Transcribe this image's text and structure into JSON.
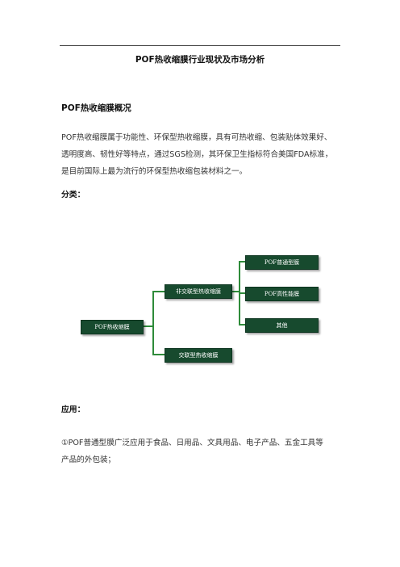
{
  "document": {
    "title": "POF热收缩膜行业现状及市场分析",
    "section_heading": "POF热收缩膜概况",
    "intro_lines": [
      "POF热收缩膜属于功能性、环保型热收缩膜，具有可热收缩、包装贴体效果好、",
      "透明度高、韧性好等特点，通过SGS检测，其环保卫生指标符合美国FDA标准，",
      "是目前国际上最为流行的环保型热收缩包装材料之一。"
    ],
    "classification_label": "分类：",
    "application_label": "应用：",
    "application_lines": [
      "①POF普通型膜广泛应用于食品、日用品、文具用品、电子产品、五金工具等",
      "产品的外包装；"
    ]
  },
  "diagram": {
    "root": "POF热收缩膜",
    "branch_a": "非交联型热收缩膜",
    "branch_b": "交联型热收缩膜",
    "leaf_1": "POF普通型膜",
    "leaf_2": "POF高性能膜",
    "leaf_3": "其他",
    "colors": {
      "box": "#174a2e",
      "connector": "#2e8b3a",
      "text": "#ffffff"
    }
  }
}
